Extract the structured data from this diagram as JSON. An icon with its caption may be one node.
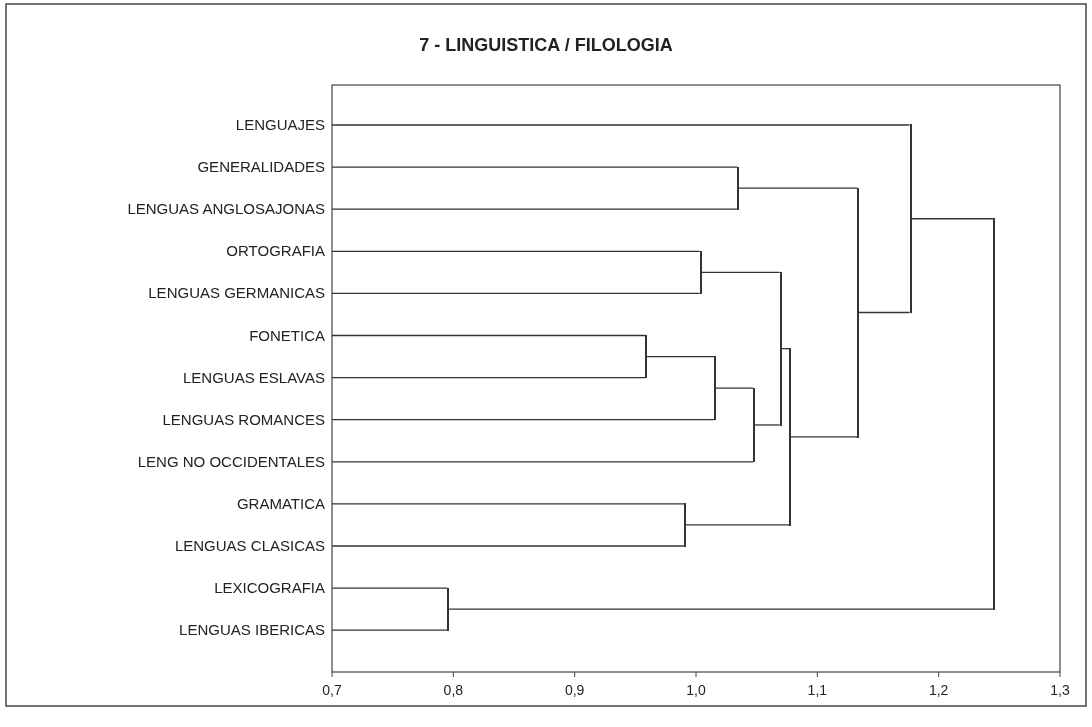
{
  "diagram": {
    "title": "7 - LINGUISTICA / FILOLOGIA",
    "nodes": [
      {
        "text": [
          "LENGUAJES"
        ]
      },
      {
        "text": [
          "GENERALIDADES"
        ]
      },
      {
        "text": [
          "LENGUAS ANGLOSAJONAS"
        ]
      },
      {
        "text": [
          "ORTOGRAFIA"
        ]
      },
      {
        "text": [
          "LENGUAS GERMANICAS"
        ]
      },
      {
        "text": [
          "FONETICA"
        ]
      },
      {
        "text": [
          "LENGUAS ESLAVAS"
        ]
      },
      {
        "text": [
          "LENGUAS ROMANCES"
        ]
      },
      {
        "text": [
          "LENG NO OCCIDENTALES"
        ]
      },
      {
        "text": [
          "GRAMATICA"
        ]
      },
      {
        "text": [
          "LENGUAS CLASICAS"
        ]
      },
      {
        "text": [
          "LEXICOGRAFIA"
        ]
      },
      {
        "text": [
          "LENGUAS IBERICAS"
        ]
      },
      {
        "text": [],
        "shape": "bar"
      },
      {
        "text": [],
        "shape": "bar"
      },
      {
        "text": [],
        "shape": "bar"
      },
      {
        "text": [],
        "shape": "bar"
      },
      {
        "text": [],
        "shape": "bar"
      },
      {
        "text": [],
        "shape": "bar"
      },
      {
        "text": [],
        "shape": "bar"
      },
      {
        "text": [],
        "shape": "bar"
      },
      {
        "text": [],
        "shape": "bar"
      },
      {
        "text": [],
        "shape": "bar"
      },
      {
        "text": [],
        "shape": "bar"
      },
      {
        "text": [],
        "shape": "bar"
      }
    ],
    "edges": [
      {
        "from": 11,
        "to": 13,
        "arrow": "none"
      },
      {
        "from": 12,
        "to": 13,
        "arrow": "none"
      },
      {
        "from": 5,
        "to": 14,
        "arrow": "none"
      },
      {
        "from": 6,
        "to": 14,
        "arrow": "none"
      },
      {
        "from": 9,
        "to": 15,
        "arrow": "none"
      },
      {
        "from": 10,
        "to": 15,
        "arrow": "none"
      },
      {
        "from": 3,
        "to": 16,
        "arrow": "none"
      },
      {
        "from": 4,
        "to": 16,
        "arrow": "none"
      },
      {
        "from": 14,
        "to": 17,
        "arrow": "none"
      },
      {
        "from": 7,
        "to": 17,
        "arrow": "none"
      },
      {
        "from": 1,
        "to": 18,
        "arrow": "none"
      },
      {
        "from": 2,
        "to": 18,
        "arrow": "none"
      },
      {
        "from": 17,
        "to": 19,
        "arrow": "none"
      },
      {
        "from": 8,
        "to": 19,
        "arrow": "none"
      },
      {
        "from": 16,
        "to": 20,
        "arrow": "none"
      },
      {
        "from": 19,
        "to": 20,
        "arrow": "none"
      },
      {
        "from": 20,
        "to": 21,
        "arrow": "none"
      },
      {
        "from": 15,
        "to": 21,
        "arrow": "none"
      },
      {
        "from": 18,
        "to": 22,
        "arrow": "none"
      },
      {
        "from": 21,
        "to": 22,
        "arrow": "none"
      },
      {
        "from": 0,
        "to": 23,
        "arrow": "none"
      },
      {
        "from": 22,
        "to": 23,
        "arrow": "none"
      },
      {
        "from": 23,
        "to": 24,
        "arrow": "none"
      },
      {
        "from": 13,
        "to": 24,
        "arrow": "none"
      }
    ],
    "labels": [
      "0,7",
      "0,8",
      "0,9",
      "1,0",
      "1,1",
      "1,2",
      "1,3"
    ]
  }
}
